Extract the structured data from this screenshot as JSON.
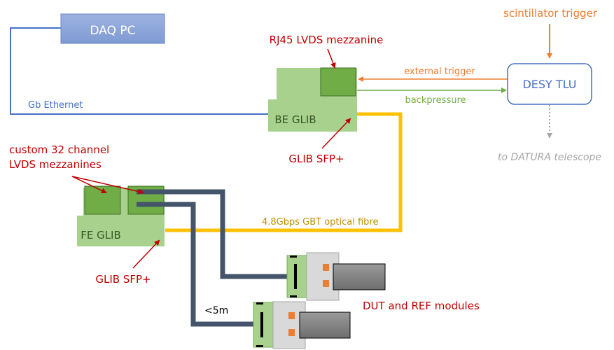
{
  "colors": {
    "ethernet": "#4472C4",
    "trigger": "#ED7D31",
    "backpressure": "#70AD47",
    "fibre": "#FFC000",
    "cable": "#44546A",
    "glib_fill": "#A9D18E",
    "mezz_fill": "#70AD47",
    "label_red": "#C00000",
    "fibre_label": "#BF9000",
    "telescope": "#A6A6A6"
  },
  "boxes": {
    "daq_pc": "DAQ PC",
    "be_glib": "BE GLIB",
    "fe_glib": "FE GLIB",
    "tlu": "DESY TLU"
  },
  "labels": {
    "scintillator": "scintillator trigger",
    "rj45": "RJ45 LVDS mezzanine",
    "external_trigger": "external trigger",
    "backpressure": "backpressure",
    "gb_ethernet": "Gb Ethernet",
    "be_sfp": "GLIB SFP+",
    "custom_line1": "custom 32 channel",
    "custom_line2": "LVDS mezzanines",
    "fibre": "4.8Gbps GBT optical fibre",
    "fe_sfp": "GLIB SFP+",
    "dut": "DUT and REF modules",
    "length": "<5m",
    "telescope": "to DATURA telescope"
  },
  "icons": [
    "arrow-icon",
    "module-icon",
    "connector-icon"
  ]
}
